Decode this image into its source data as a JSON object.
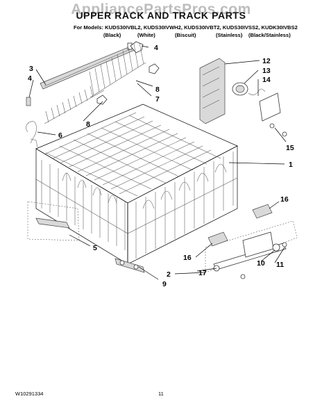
{
  "header": {
    "watermark": "AppliancePartsPros.com",
    "title": "UPPER RACK AND TRACK PARTS",
    "models_line": "For Models: KUDS30IVBL2, KUDS30IVWH2, KUDS30IVBT2, KUDS30IVSS2, KUDK30IVBS2",
    "variants": [
      "(Black)",
      "(White)",
      "(Biscuit)",
      "(Stainless)",
      "(Black/Stainless)"
    ]
  },
  "callouts": {
    "c1": "1",
    "c2": "2",
    "c3": "3",
    "c4a": "4",
    "c4b": "4",
    "c5": "5",
    "c6": "6",
    "c7": "7",
    "c8a": "8",
    "c8b": "8",
    "c9": "9",
    "c10": "10",
    "c11": "11",
    "c12": "12",
    "c13": "13",
    "c14": "14",
    "c15": "15",
    "c16a": "16",
    "c16b": "16",
    "c17": "17"
  },
  "footer": {
    "part_number": "W10291334",
    "page_number": "11"
  }
}
